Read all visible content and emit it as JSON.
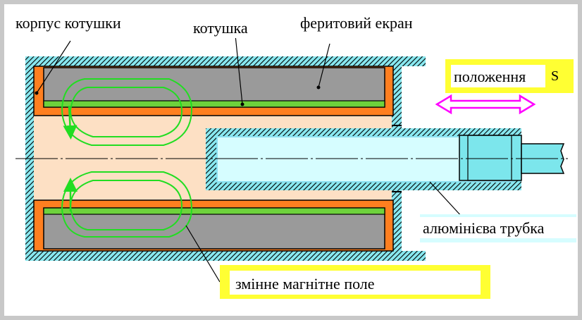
{
  "labels": {
    "coil_housing": "корпус котушки",
    "coil": "котушка",
    "ferrite_screen": "феритовий екран",
    "position": "положення",
    "position_symbol": "S",
    "aluminum_tube": "алюмінієва трубка",
    "alternating_field": "змінне магнітне поле"
  },
  "colors": {
    "frame_background": "#c8c8c8",
    "ferrite_hatch": "#88e8f0",
    "housing": "#ff7f20",
    "coil_body": "#9a9a9a",
    "coil_winding": "#6ed23c",
    "interior": "#fde0c4",
    "tube": "#d6fdff",
    "tube_wall": "#8ce0f0",
    "rod": "#7ce6ec",
    "field_lines": "#22dd22",
    "arrow": "#ff00ff",
    "label_highlight": "#ffff33"
  },
  "icons": {
    "motion_arrow": "double-headed-arrow-icon"
  }
}
